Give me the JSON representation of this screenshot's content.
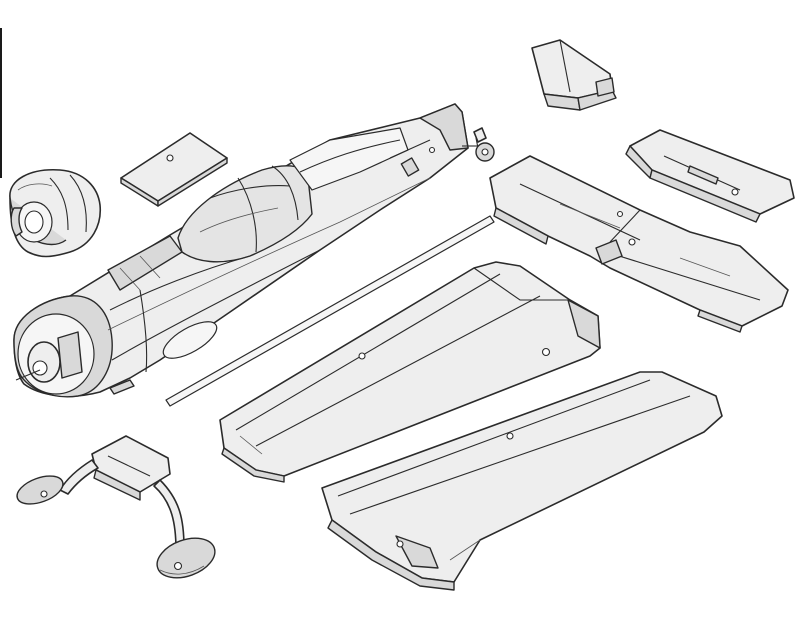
{
  "diagram": {
    "parts": [
      {
        "id": "cowl",
        "icon": "engine-cowl"
      },
      {
        "id": "hatch",
        "icon": "battery-hatch"
      },
      {
        "id": "fuselage",
        "icon": "fuselage-with-canopy"
      },
      {
        "id": "tail-wheel",
        "icon": "tail-wheel"
      },
      {
        "id": "vertical-fin",
        "icon": "vertical-stabilizer"
      },
      {
        "id": "rudder",
        "icon": "rudder"
      },
      {
        "id": "horizontal-stabilizer",
        "icon": "horizontal-stabilizer"
      },
      {
        "id": "wing-tube",
        "icon": "wing-joiner-rod"
      },
      {
        "id": "wing-right",
        "icon": "wing-panel"
      },
      {
        "id": "wing-left",
        "icon": "wing-panel"
      },
      {
        "id": "landing-gear",
        "icon": "main-landing-gear"
      }
    ],
    "colors": {
      "fill": "#eeeeee",
      "stroke": "#2b2b2b",
      "background": "#ffffff"
    }
  }
}
